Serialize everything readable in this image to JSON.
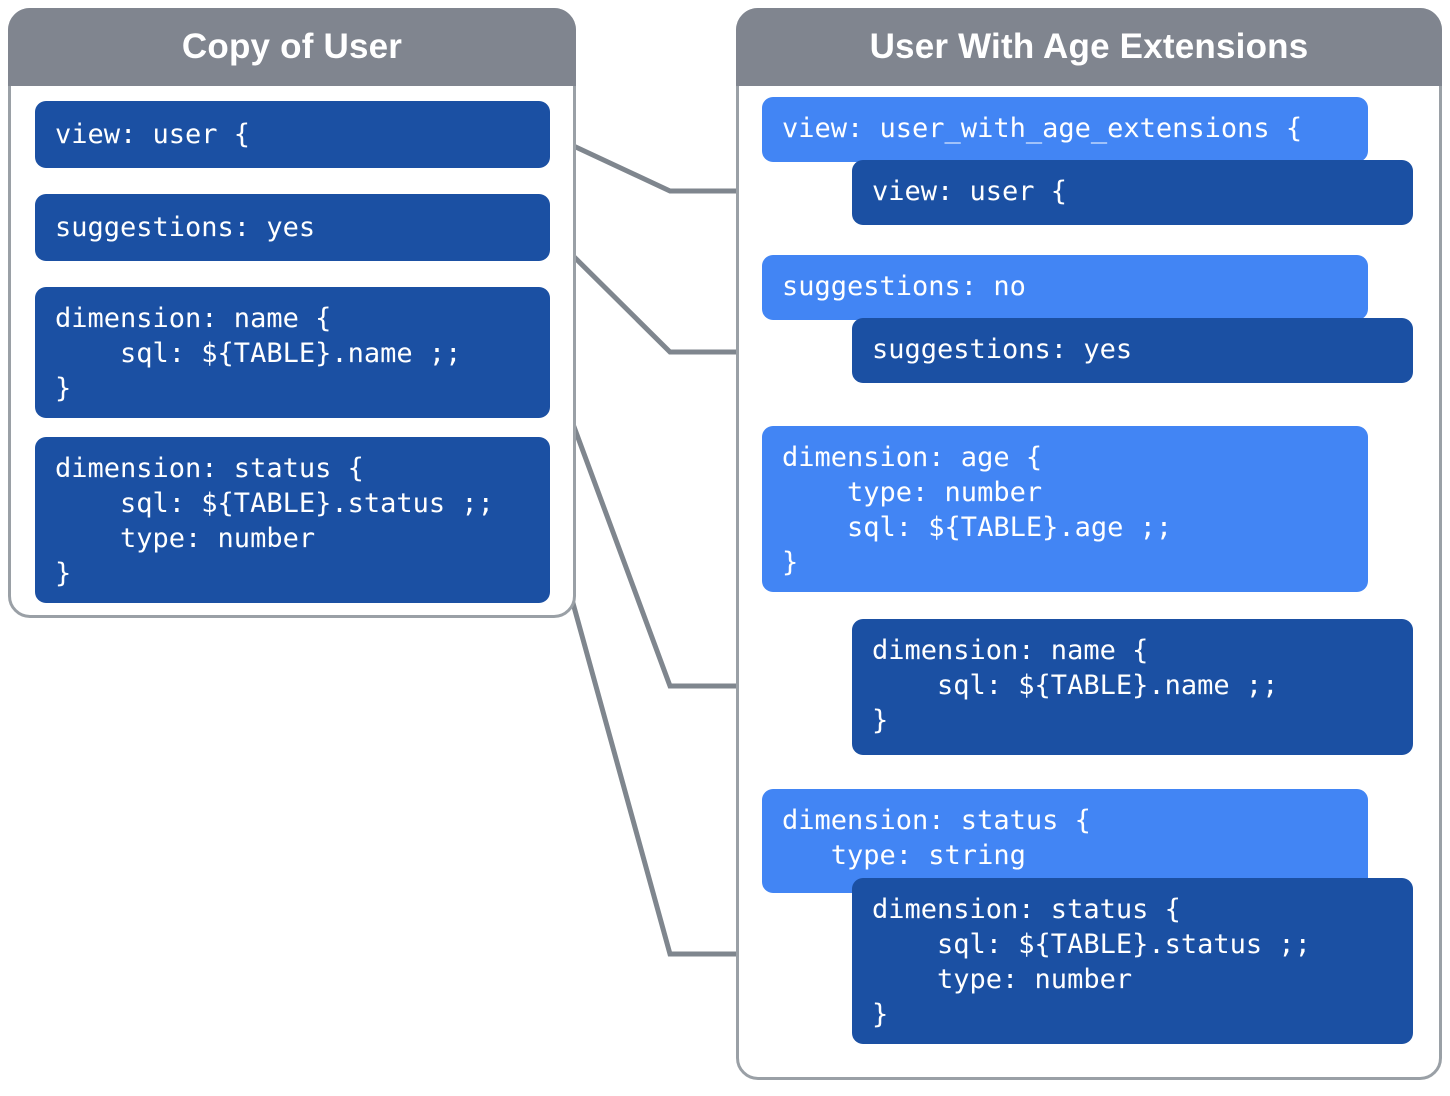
{
  "diagram": {
    "title_left": "Copy of User",
    "title_right": "User With Age Extensions",
    "colors": {
      "header_gray": "#80858f",
      "panel_border": "#9aa0a6",
      "block_dark_blue": "#1b50a3",
      "block_light_blue": "#4285f4",
      "connector_gray": "#7f868e",
      "text_white": "#ffffff",
      "background": "#ffffff"
    }
  },
  "left_panel": {
    "title": "Copy of User",
    "blocks": [
      {
        "id": "view",
        "shade": "dark",
        "code": "view: user {"
      },
      {
        "id": "suggestions",
        "shade": "dark",
        "code": "suggestions: yes"
      },
      {
        "id": "dimension_name",
        "shade": "dark",
        "code": "dimension: name {\n    sql: ${TABLE}.name ;;\n}"
      },
      {
        "id": "dimension_status",
        "shade": "dark",
        "code": "dimension: status {\n    sql: ${TABLE}.status ;;\n    type: number\n}"
      }
    ]
  },
  "right_panel": {
    "title": "User With Age Extensions",
    "blocks": [
      {
        "id": "view_extension",
        "shade": "light",
        "code": "view: user_with_age_extensions {"
      },
      {
        "id": "view_inherited",
        "shade": "dark",
        "code": "view: user {"
      },
      {
        "id": "suggestions_override",
        "shade": "light",
        "code": "suggestions: no"
      },
      {
        "id": "suggestions_inherited",
        "shade": "dark",
        "code": "suggestions: yes"
      },
      {
        "id": "dimension_age",
        "shade": "light",
        "code": "dimension: age {\n    type: number\n    sql: ${TABLE}.age ;;\n}"
      },
      {
        "id": "dimension_name_inherited",
        "shade": "dark",
        "code": "dimension: name {\n    sql: ${TABLE}.name ;;\n}"
      },
      {
        "id": "dimension_status_override",
        "shade": "light",
        "code": "dimension: status {\n   type: string"
      },
      {
        "id": "dimension_status_inherited",
        "shade": "dark",
        "code": "dimension: status {\n    sql: ${TABLE}.status ;;\n    type: number\n}"
      }
    ]
  },
  "connectors": [
    {
      "id": "view-to-view",
      "from": "left.view",
      "to": "right.view_inherited"
    },
    {
      "id": "suggestions-to-suggestions",
      "from": "left.suggestions",
      "to": "right.suggestions_inherited"
    },
    {
      "id": "name-to-name",
      "from": "left.dimension_name",
      "to": "right.dimension_name_inherited"
    },
    {
      "id": "status-to-status",
      "from": "left.dimension_status",
      "to": "right.dimension_status_inherited"
    }
  ]
}
